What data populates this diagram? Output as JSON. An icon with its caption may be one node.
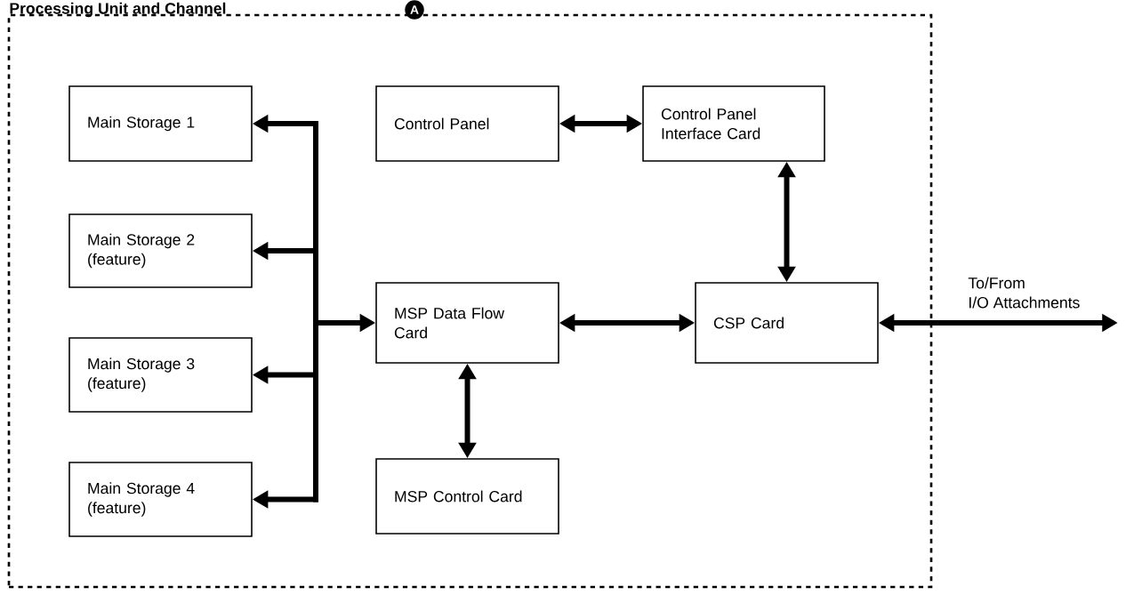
{
  "diagram": {
    "nodes": [
      {
        "text": [
          "Processing Unit and Channel"
        ]
      },
      {
        "text": [
          "Main Storage 1"
        ],
        "in": 0
      },
      {
        "text": [
          "Main Storage 2 (feature)"
        ],
        "in": 0
      },
      {
        "text": [
          "Main Storage 3 (feature)"
        ],
        "in": 0
      },
      {
        "text": [
          "Main Storage 4 (feature)"
        ],
        "in": 0
      },
      {
        "text": [
          "Control Panel"
        ],
        "in": 0
      },
      {
        "text": [
          "Control Panel Interface Card"
        ],
        "in": 0
      },
      {
        "text": [
          "MSP Data Flow Card"
        ],
        "in": 0
      },
      {
        "text": [
          "CSP Card"
        ],
        "in": 0
      },
      {
        "text": [
          "MSP Control Card"
        ],
        "in": 0
      }
    ],
    "edges": [
      {
        "from": 7,
        "to": 1,
        "arrow": "both"
      },
      {
        "from": 7,
        "to": 2,
        "arrow": "both"
      },
      {
        "from": 7,
        "to": 3,
        "arrow": "both"
      },
      {
        "from": 7,
        "to": 4,
        "arrow": "both"
      },
      {
        "from": 5,
        "to": 6,
        "arrow": "both"
      },
      {
        "from": 6,
        "to": 8,
        "arrow": "both"
      },
      {
        "from": 7,
        "to": 8,
        "arrow": "both"
      },
      {
        "from": 7,
        "to": 9,
        "arrow": "both"
      },
      {
        "from": 8,
        "to": null,
        "arrow": "both"
      }
    ],
    "labels": [
      "A",
      "To/From",
      "I/O Attachments"
    ]
  }
}
